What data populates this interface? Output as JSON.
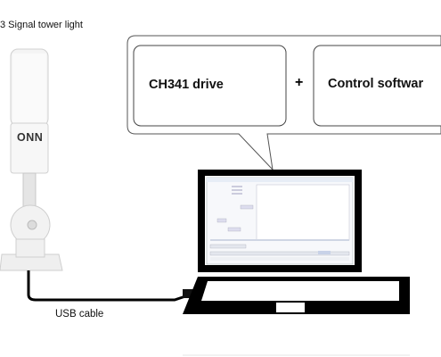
{
  "title": "3 Signal tower light",
  "tower": {
    "brand": "ONN"
  },
  "callout": {
    "driver": "CH341 drive",
    "plus": "+",
    "software": "Control softwar"
  },
  "cable": {
    "label": "USB cable"
  },
  "colors": {
    "stroke": "#333333",
    "screen": "#ffffff",
    "laptop": "#000000",
    "tower_shadow": "#d9d9d9"
  }
}
